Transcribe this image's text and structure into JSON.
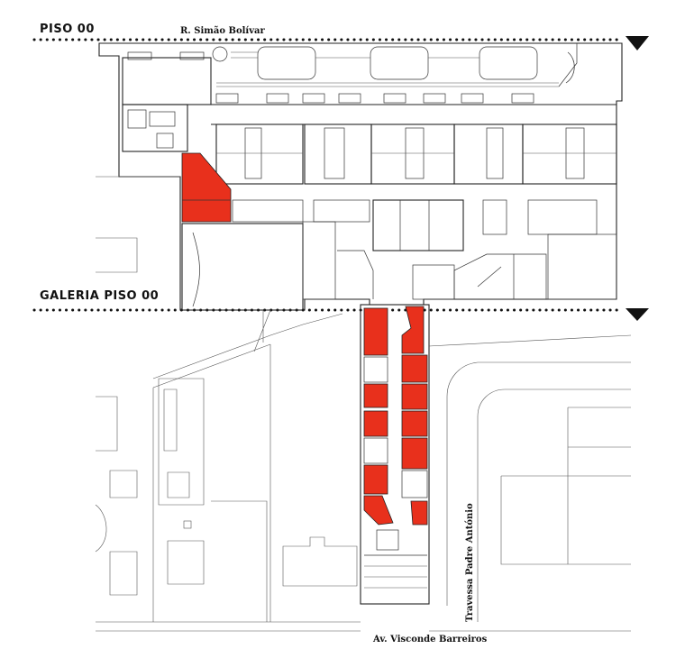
{
  "labels": {
    "top_level": "PISO 00",
    "gallery_level": "GALERIA PISO 00",
    "street_north": "R. Simão Bolívar",
    "street_east": "Travessa Padre António",
    "street_south": "Av. Visconde Barreiros"
  },
  "colors": {
    "highlight": "#e8301c",
    "hatched": "#e8301c",
    "line": "#222222"
  },
  "icons": [
    "level-marker-triangle-icon",
    "level-marker-triangle-icon"
  ]
}
